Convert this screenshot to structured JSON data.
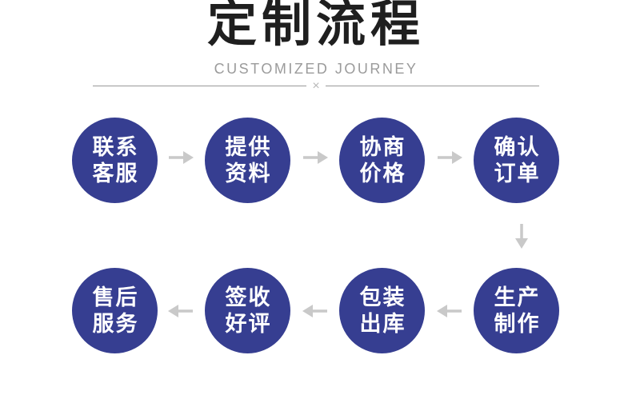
{
  "header": {
    "title": "定制流程",
    "subtitle": "CUSTOMIZED JOURNEY",
    "divider_symbol": "×"
  },
  "colors": {
    "circle": "#363e91",
    "circle_text": "#ffffff",
    "arrow": "#c9c9c9",
    "title_text": "#1f1f1f",
    "subtitle_text": "#9b9b9b",
    "divider_line": "#9a9a9a"
  },
  "steps": [
    {
      "line1": "联系",
      "line2": "客服"
    },
    {
      "line1": "提供",
      "line2": "资料"
    },
    {
      "line1": "协商",
      "line2": "价格"
    },
    {
      "line1": "确认",
      "line2": "订单"
    },
    {
      "line1": "生产",
      "line2": "制作"
    },
    {
      "line1": "包装",
      "line2": "出库"
    },
    {
      "line1": "签收",
      "line2": "好评"
    },
    {
      "line1": "售后",
      "line2": "服务"
    }
  ]
}
